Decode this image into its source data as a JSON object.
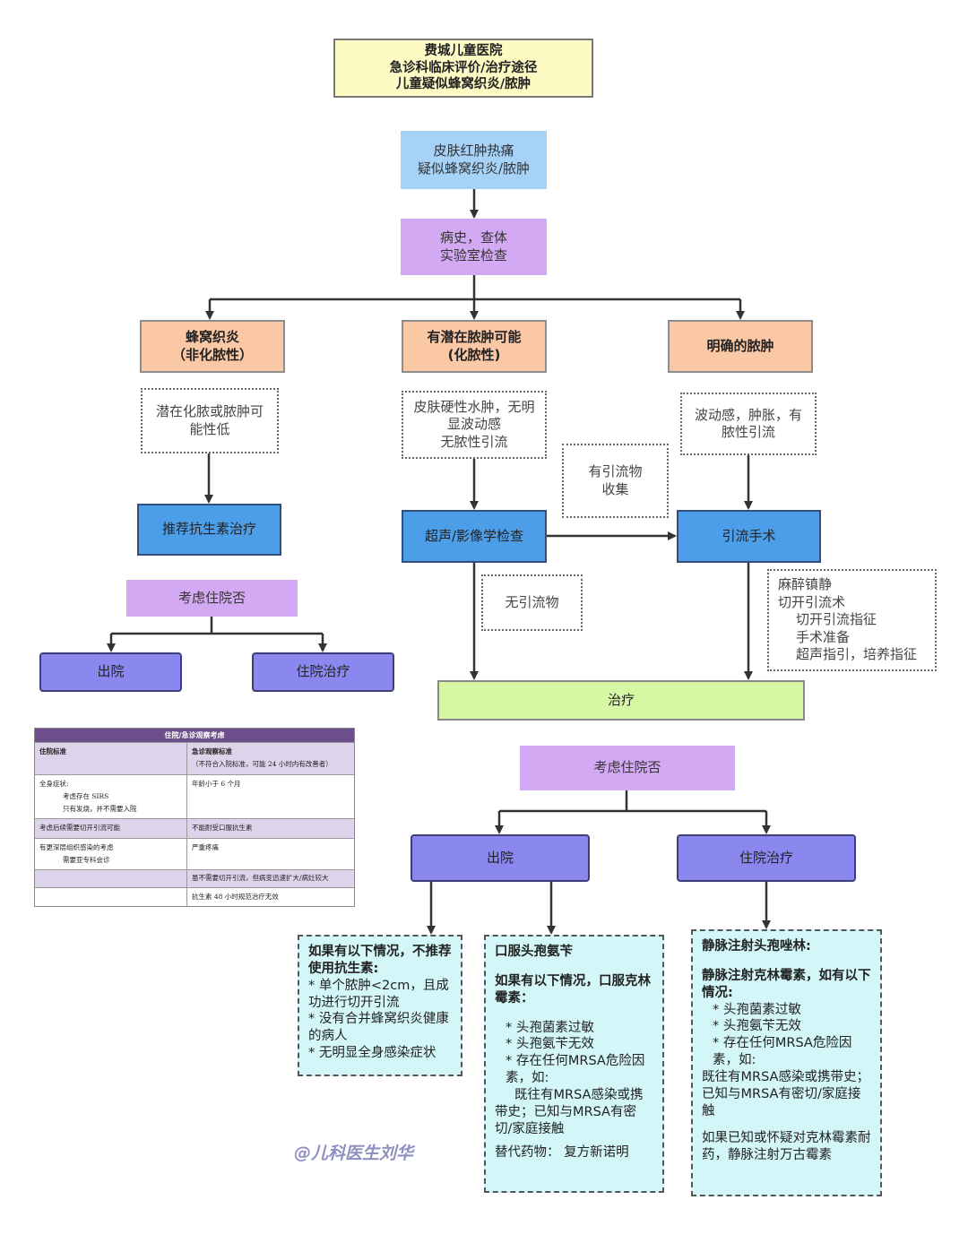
{
  "header": {
    "line1": "费城儿童医院",
    "line2": "急诊科临床评价/治疗途径",
    "line3": "儿童疑似蜂窝织炎/脓肿"
  },
  "start": {
    "line1": "皮肤红肿热痛",
    "line2": "疑似蜂窝织炎/脓肿"
  },
  "workup": {
    "line1": "病史，查体",
    "line2": "实验室检查"
  },
  "branches": {
    "cellulitis": {
      "line1": "蜂窝织炎",
      "line2": "（非化脓性）"
    },
    "possible_abscess": {
      "line1": "有潜在脓肿可能",
      "line2": "(化脓性)"
    },
    "abscess": {
      "line1": "明确的脓肿"
    }
  },
  "notes": {
    "low_risk": {
      "line1": "潜在化脓或脓肿可",
      "line2": "能性低"
    },
    "induration": {
      "line1": "皮肤硬性水肿，无明",
      "line2": "显波动感",
      "line3": "无脓性引流"
    },
    "fluctuance": {
      "line1": "波动感，肿胀，有",
      "line2": "脓性引流"
    },
    "fluid_collected": {
      "line1": "有引流物",
      "line2": "收集"
    },
    "no_fluid": {
      "line1": "无引流物"
    },
    "procedure": {
      "line1": "麻醉镇静",
      "line2": "切开引流术",
      "line3": "切开引流指征",
      "line4": "手术准备",
      "line5": "超声指引，培养指征"
    }
  },
  "actions": {
    "antibiotics": "推荐抗生素治疗",
    "imaging": "超声/影像学检查",
    "drainage": "引流手术",
    "treatment": "治疗",
    "consider_admit_left": "考虑住院否",
    "discharge_left": "出院",
    "admit_left": "住院治疗",
    "consider_admit_right": "考虑住院否",
    "discharge_right": "出院",
    "admit_right": "住院治疗"
  },
  "criteria_table": {
    "title": "住院/急诊观察考虑",
    "col1_header": "住院标准",
    "col2_header": "急诊观察标准",
    "col2_subheader": "（不符合入院标准，可能 24 小时内有改善者）",
    "r1c1_l1": "全身症状:",
    "r1c1_l2": "考虑存在 SIRS",
    "r1c1_l3": "只有发烧，并不需要入院",
    "r1c2": "年龄小于 6 个月",
    "r2c1": "考虑后续需要切开引流可能",
    "r2c2": "不能耐受口服抗生素",
    "r3c1_l1": "有更深层组织感染的考虑",
    "r3c1_l2": "需要亚专科会诊",
    "r3c2": "严重疼痛",
    "r4c2": "虽不需要切开引流，但病变迅速扩大/病灶较大",
    "r5c2": "抗生素 48 小时规范治疗无效"
  },
  "outcomes": {
    "no_antibiotics": {
      "heading": "如果有以下情况，不推荐使用抗生素:",
      "item1": "* 单个脓肿<2cm，且成功进行切开引流",
      "item2": "* 没有合并蜂窝织炎健康的病人",
      "item3": "* 无明显全身感染症状"
    },
    "oral": {
      "heading": "口服头孢氨苄",
      "subheading": "如果有以下情况，口服克林霉素：",
      "item1": "* 头孢菌素过敏",
      "item2": "* 头孢氨苄无效",
      "item3": "* 存在任何MRSA危险因素，如:",
      "item4": "既往有MRSA感染或携带史；已知与MRSA有密切/家庭接触",
      "alt": "替代药物： 复方新诺明"
    },
    "iv": {
      "heading": "静脉注射头孢唑林:",
      "subheading": "静脉注射克林霉素，如有以下情况:",
      "item1": "* 头孢菌素过敏",
      "item2": "* 头孢氨苄无效",
      "item3": "* 存在任何MRSA危险因素，如:",
      "item4": "既往有MRSA感染或携带史；已知与MRSA有密切/家庭接触",
      "resist": "如果已知或怀疑对克林霉素耐药，静脉注射万古霉素"
    }
  },
  "watermark": "@儿科医生刘华",
  "colors": {
    "title_fill": "#fdfbc3",
    "start_fill": "#a6d2f7",
    "workup_fill": "#d4a9f3",
    "branch_fill": "#fbc8a6",
    "action_fill": "#4c9ee9",
    "dispo_fill": "#8a88ef",
    "treatment_fill": "#d6f8a4",
    "outcome_fill": "#d3f6f8"
  }
}
